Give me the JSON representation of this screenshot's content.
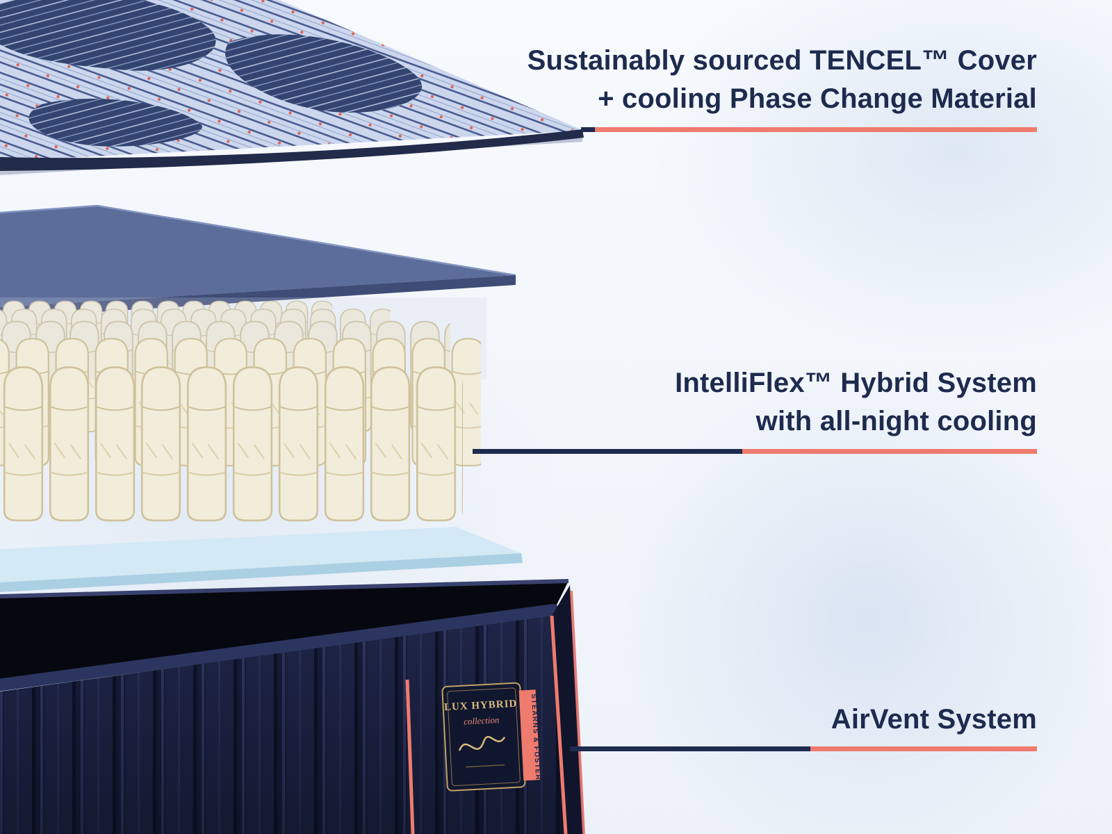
{
  "annotations": {
    "cover": {
      "line1": "Sustainably sourced TENCEL™ Cover",
      "line2": "+ cooling Phase Change Material"
    },
    "hybrid": {
      "line1": "IntelliFlex™ Hybrid System",
      "line2": "with all-night cooling"
    },
    "airvent": {
      "line1": "AirVent System"
    }
  },
  "badge": {
    "title": "LUX HYBRID",
    "subtitle": "collection",
    "brand": "STEARNS & FOSTER"
  },
  "colors": {
    "text_navy": "#1e2b4f",
    "accent_coral": "#ee7b6d",
    "coil_cream": "#f2ecda",
    "cover_blue": "#ccd7ee",
    "foam_navy": "#5d6d9a",
    "transition_blue": "#d3e9f5",
    "base_navy": "#1a2040"
  }
}
